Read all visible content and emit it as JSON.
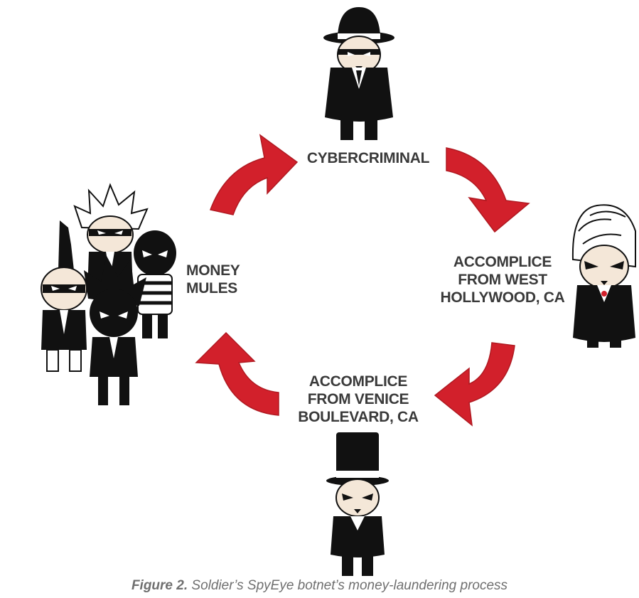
{
  "diagram": {
    "nodes": {
      "cybercriminal": {
        "label": "CYBERCRIMINAL"
      },
      "accomplice_west": {
        "lines": [
          "ACCOMPLICE",
          "FROM WEST",
          "HOLLYWOOD, CA"
        ]
      },
      "accomplice_venice": {
        "lines": [
          "ACCOMPLICE",
          "FROM VENICE",
          "BOULEVARD, CA"
        ]
      },
      "money_mules": {
        "lines": [
          "MONEY",
          "MULES"
        ]
      }
    },
    "colors": {
      "arrow": "#d2202b",
      "figure": "#111111",
      "label": "#3a3a3a"
    }
  },
  "caption": {
    "label": "Figure 2.",
    "text": " Soldier’s SpyEye botnet’s money-laundering process"
  }
}
